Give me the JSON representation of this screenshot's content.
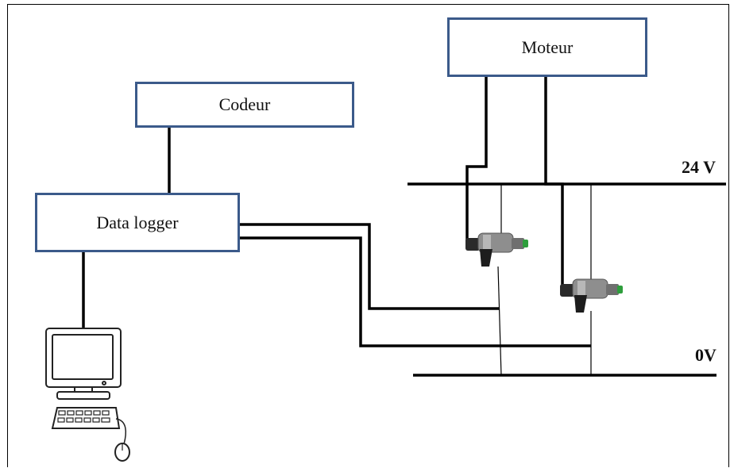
{
  "boxes": {
    "moteur": "Moteur",
    "codeur": "Codeur",
    "data_logger": "Data logger"
  },
  "rails": {
    "positive": "24 V",
    "ground": "0V"
  },
  "colors": {
    "box_border": "#3b5a8a",
    "wire": "#000000",
    "injector_body": "#8a8a8a",
    "injector_connector": "#222222",
    "injector_tip": "#2e9e3c"
  },
  "icons": [
    "computer-icon",
    "fuel-injector-icon"
  ]
}
